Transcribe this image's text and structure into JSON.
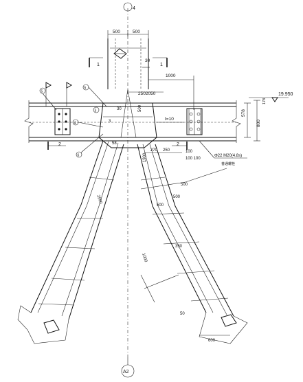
{
  "labels": {
    "axis_top": "4",
    "axis_bottom": "A2",
    "dim_left_500": "500",
    "dim_right_500": "500",
    "section_1_left": "1",
    "section_1_right": "1",
    "dim_30_top": "30",
    "dim_1000": "1000",
    "dim_2502050": "2502050",
    "elevation": "19.950",
    "dim_578": "578",
    "dim_800": "800",
    "dim_178": "178",
    "plate_t10": "t=10",
    "dim_500_col": "500",
    "dim_270": "270",
    "dim_250": "250",
    "dim_1900": "1900",
    "dim_100": "100",
    "dim_100_100": "100 100",
    "bolt_spec": "Φ22 M20(4.8s)",
    "bolt_note": "普通螺栓",
    "section_2_left": "2",
    "section_2_right": "2",
    "dim_500_a": "500",
    "dim_500_b": "500",
    "dim_500_c": "500",
    "dim_2500": "2500",
    "dim_1000_b": "1000",
    "dim_350": "350",
    "dim_50": "50",
    "dim_600": "600",
    "callout_a": "5",
    "callout_b": "5",
    "callout_c": "3",
    "callout_d": "4",
    "callout_e": "3",
    "callout_f": "6",
    "dim_30_mid": "30",
    "dim_58": "58",
    "dim_3": "3"
  }
}
